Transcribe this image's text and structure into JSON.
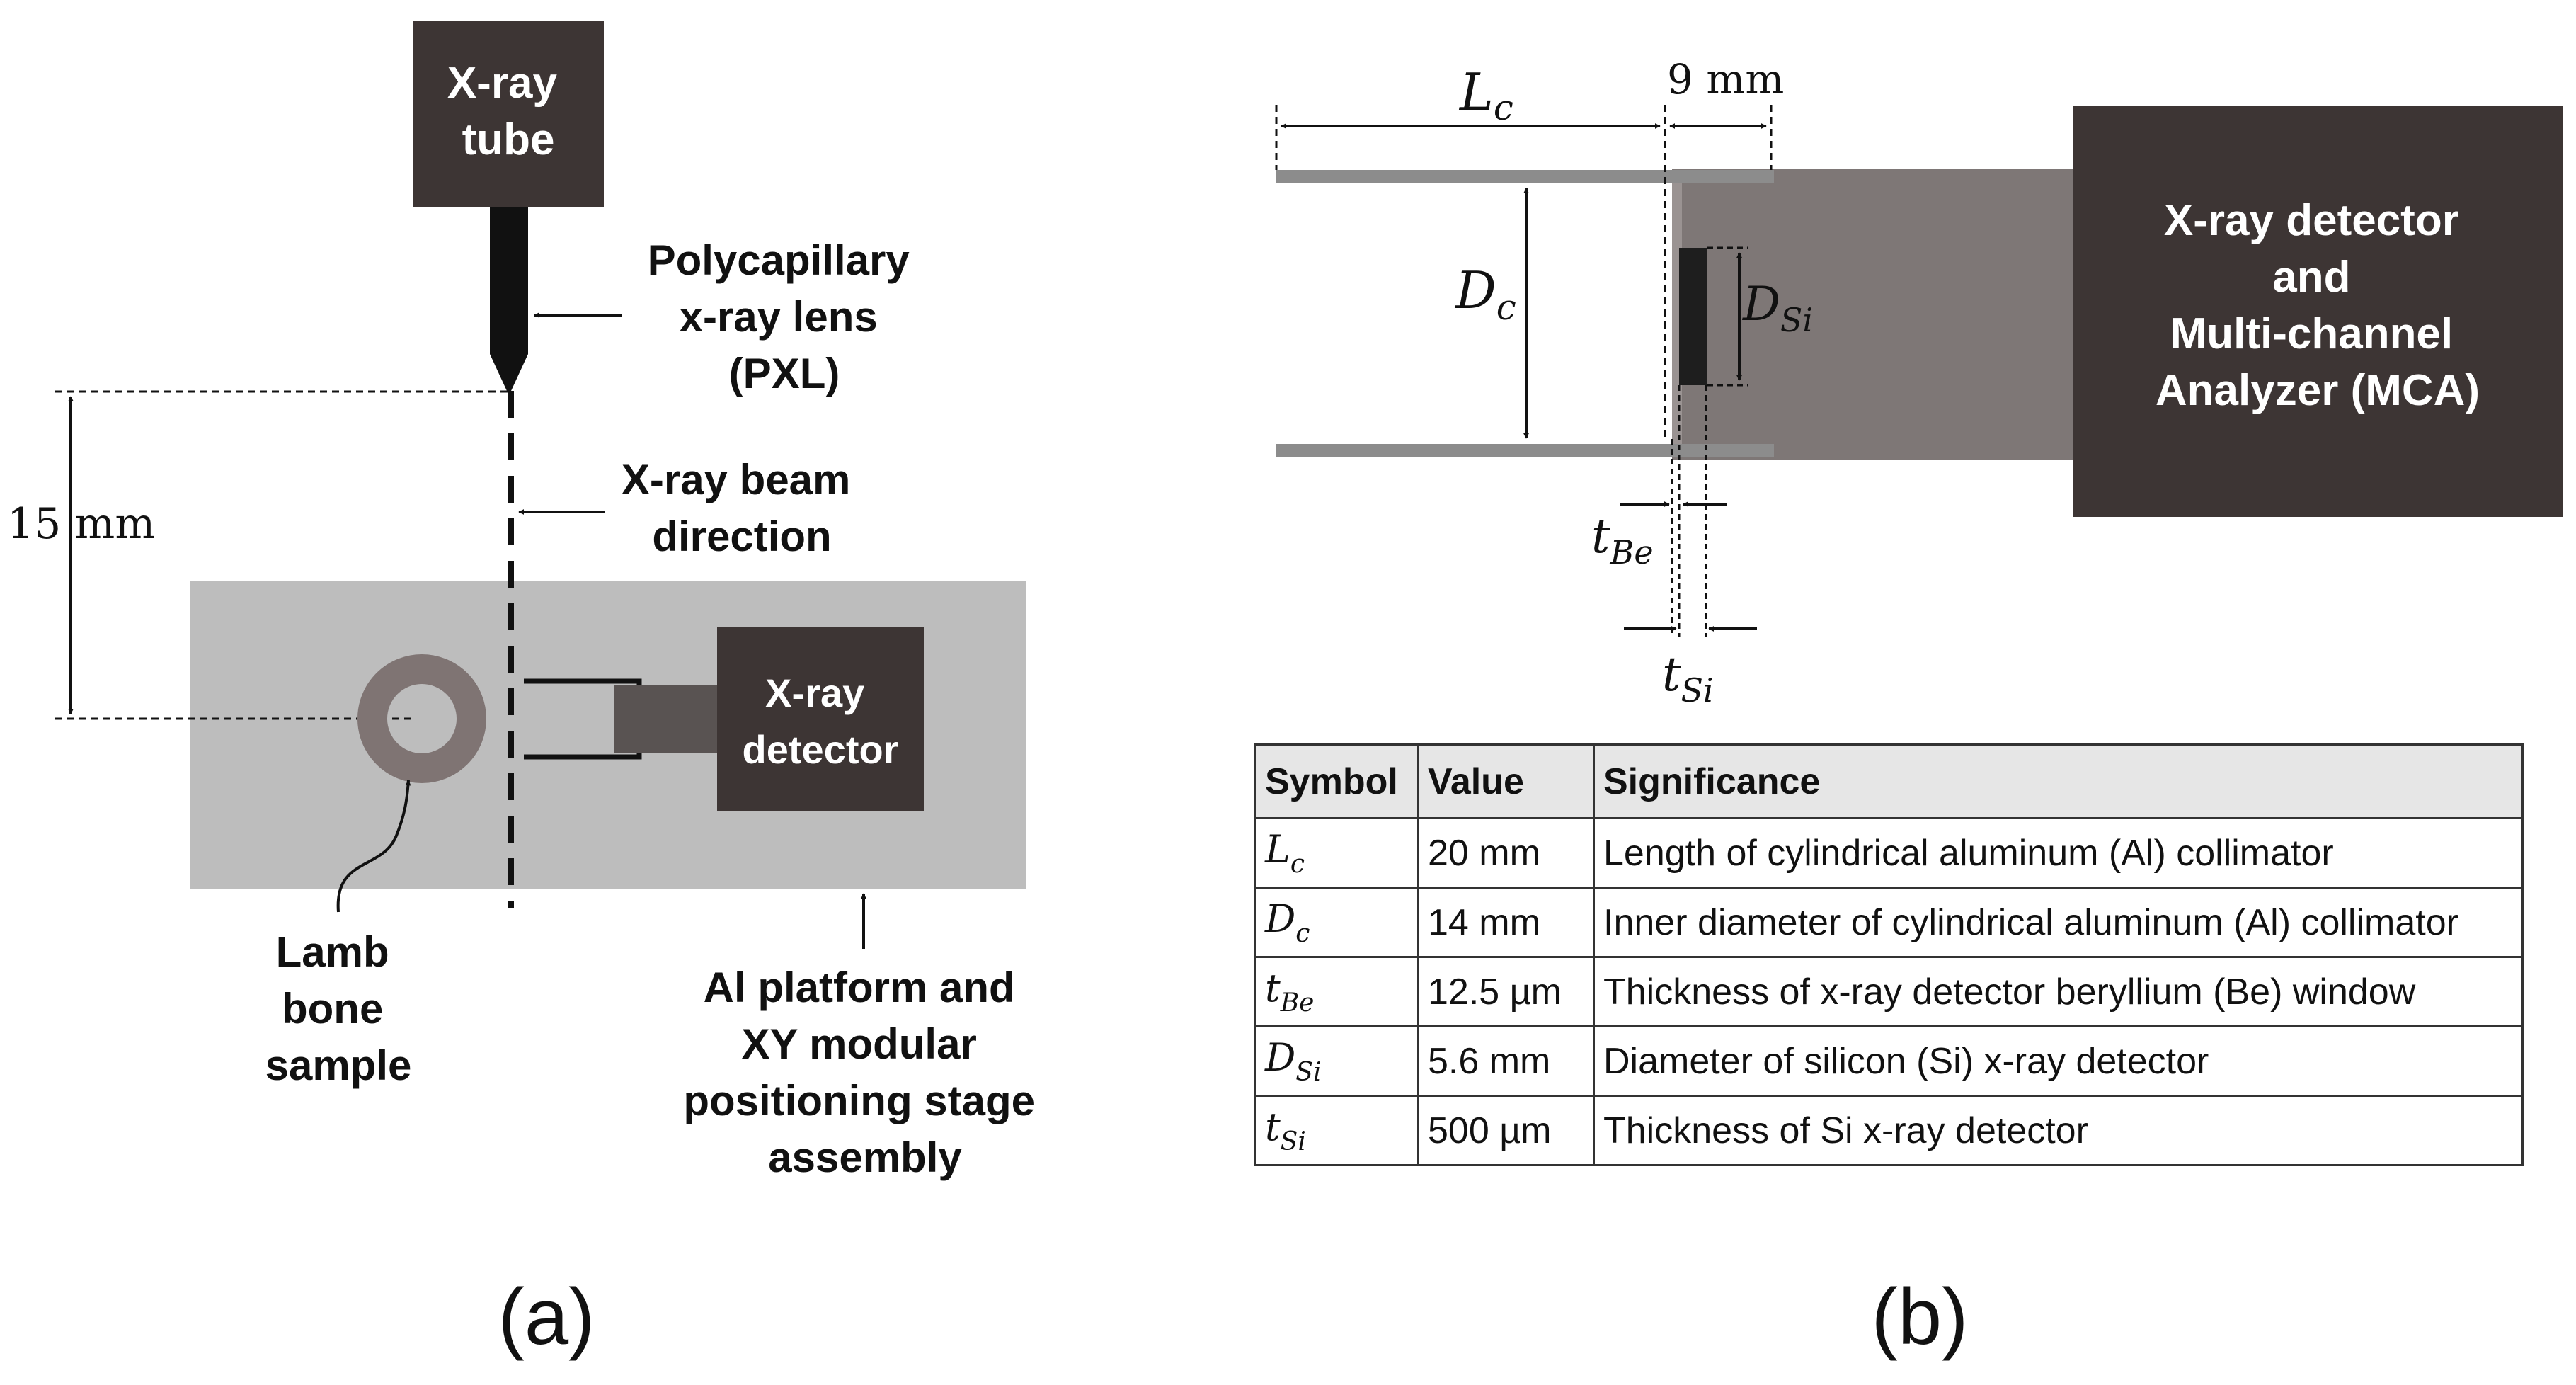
{
  "panel_a": {
    "tube_label": [
      "X-ray",
      "tube"
    ],
    "lens_label": [
      "Polycapillary",
      "x-ray lens",
      "(PXL)"
    ],
    "beam_label": [
      "X-ray beam",
      "direction"
    ],
    "distance_label": "15 mm",
    "detector_label": [
      "X-ray",
      "detector"
    ],
    "sample_label": [
      "Lamb",
      "bone",
      "sample"
    ],
    "platform_label": [
      "Al platform and",
      "XY modular",
      "positioning stage",
      "assembly"
    ],
    "caption": "(a)"
  },
  "panel_b": {
    "lc_main": "L",
    "lc_sub": "c",
    "gap_label": "9 mm",
    "dc_main": "D",
    "dc_sub": "c",
    "dsi_main": "D",
    "dsi_sub": "Si",
    "tbe_main": "t",
    "tbe_sub": "Be",
    "tsi_main": "t",
    "tsi_sub": "Si",
    "mca_label": [
      "X-ray detector",
      "and",
      "Multi-channel",
      "Analyzer (MCA)"
    ],
    "caption": "(b)"
  },
  "table": {
    "headers": [
      "Symbol",
      "Value",
      "Significance"
    ],
    "rows": [
      {
        "sym": "L",
        "sub": "c",
        "value": "20 mm",
        "significance": "Length of cylindrical aluminum (Al) collimator"
      },
      {
        "sym": "D",
        "sub": "c",
        "value": "14 mm",
        "significance": "Inner diameter of cylindrical aluminum (Al) collimator"
      },
      {
        "sym": "t",
        "sub": "Be",
        "value": "12.5 µm",
        "significance": "Thickness of x-ray detector beryllium (Be) window"
      },
      {
        "sym": "D",
        "sub": "Si",
        "value": "5.6 mm",
        "significance": "Diameter of silicon (Si) x-ray detector"
      },
      {
        "sym": "t",
        "sub": "Si",
        "value": "500 µm",
        "significance": "Thickness of Si x-ray detector"
      }
    ]
  },
  "colors": {
    "dark_box": "#3d3534",
    "platform": "#bdbdbd",
    "sample_ring": "#7f7473",
    "detector_body": "#7e7776",
    "collimator": "#8c8c8c"
  }
}
